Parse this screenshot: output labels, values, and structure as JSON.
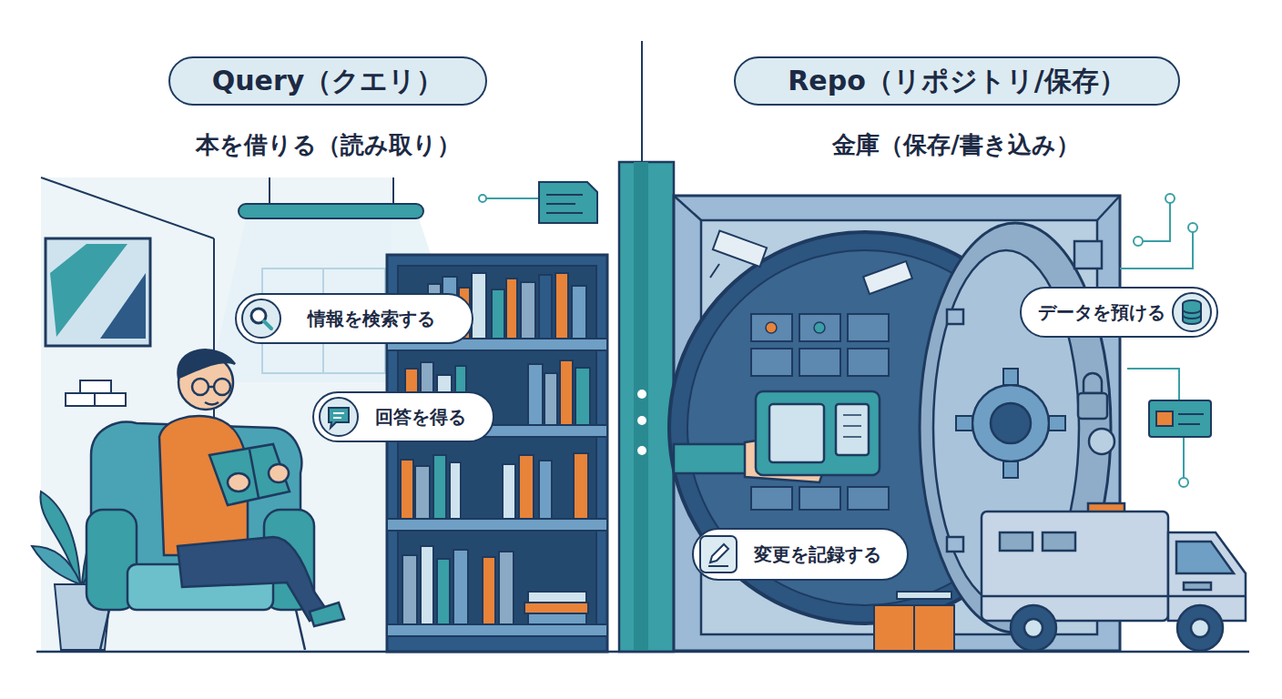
{
  "diagram": {
    "nodes": [
      {
        "text": [
          "Query（クエリ）"
        ]
      },
      {
        "text": [
          "Repo（リポジトリ/保存）"
        ]
      },
      {
        "text": [
          "情報を検索する"
        ]
      },
      {
        "text": [
          "回答を得る"
        ]
      },
      {
        "text": [
          "データを預ける"
        ]
      },
      {
        "text": [
          "変更を記録する"
        ]
      }
    ],
    "labels": [
      "本を借りる（読み取り）",
      "金庫（保存/書き込み）"
    ]
  }
}
